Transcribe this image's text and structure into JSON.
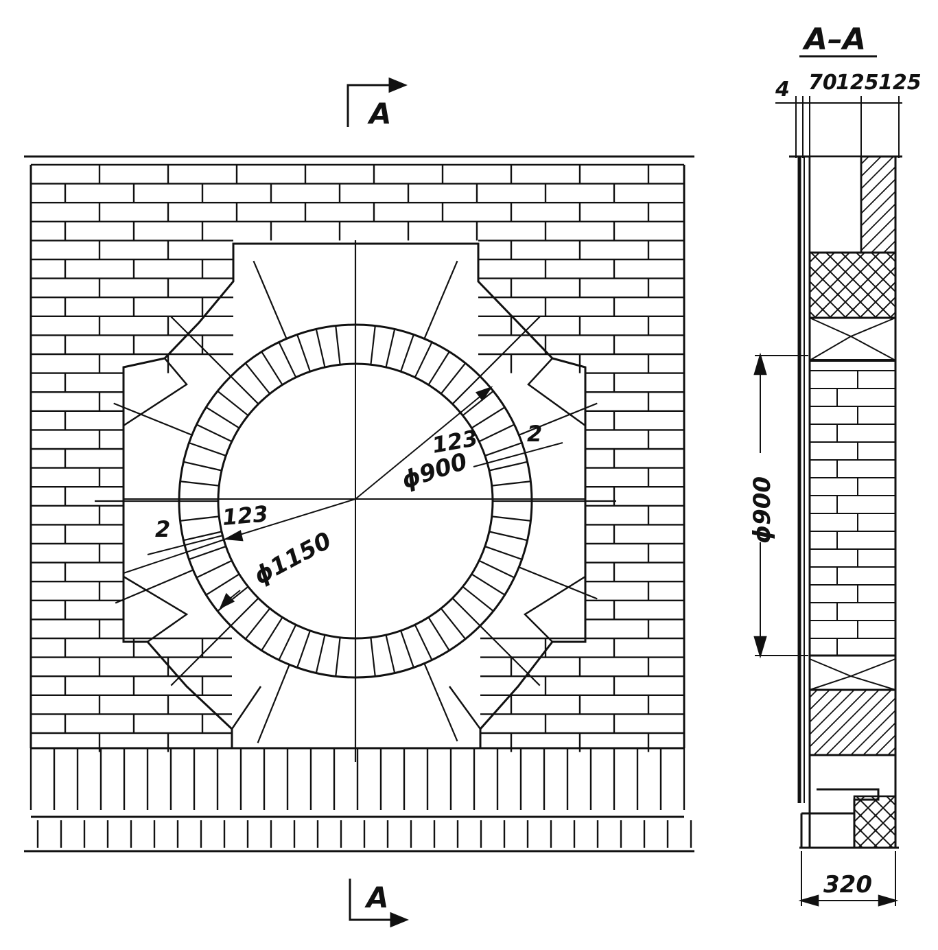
{
  "colors": {
    "ink": "#111111",
    "paper": "#ffffff"
  },
  "section_mark": {
    "letter": "A"
  },
  "section_view": {
    "title": "A–A",
    "layer_dims": [
      "4",
      "70",
      "125",
      "125"
    ],
    "total_width": "320",
    "opening_dia": "ϕ900"
  },
  "elevation": {
    "inner_dia": "ϕ900",
    "outer_dia": "ϕ1150",
    "ring_width_upper": "123",
    "ring_width_lower": "123",
    "joint_upper": "2",
    "joint_lower": "2"
  }
}
